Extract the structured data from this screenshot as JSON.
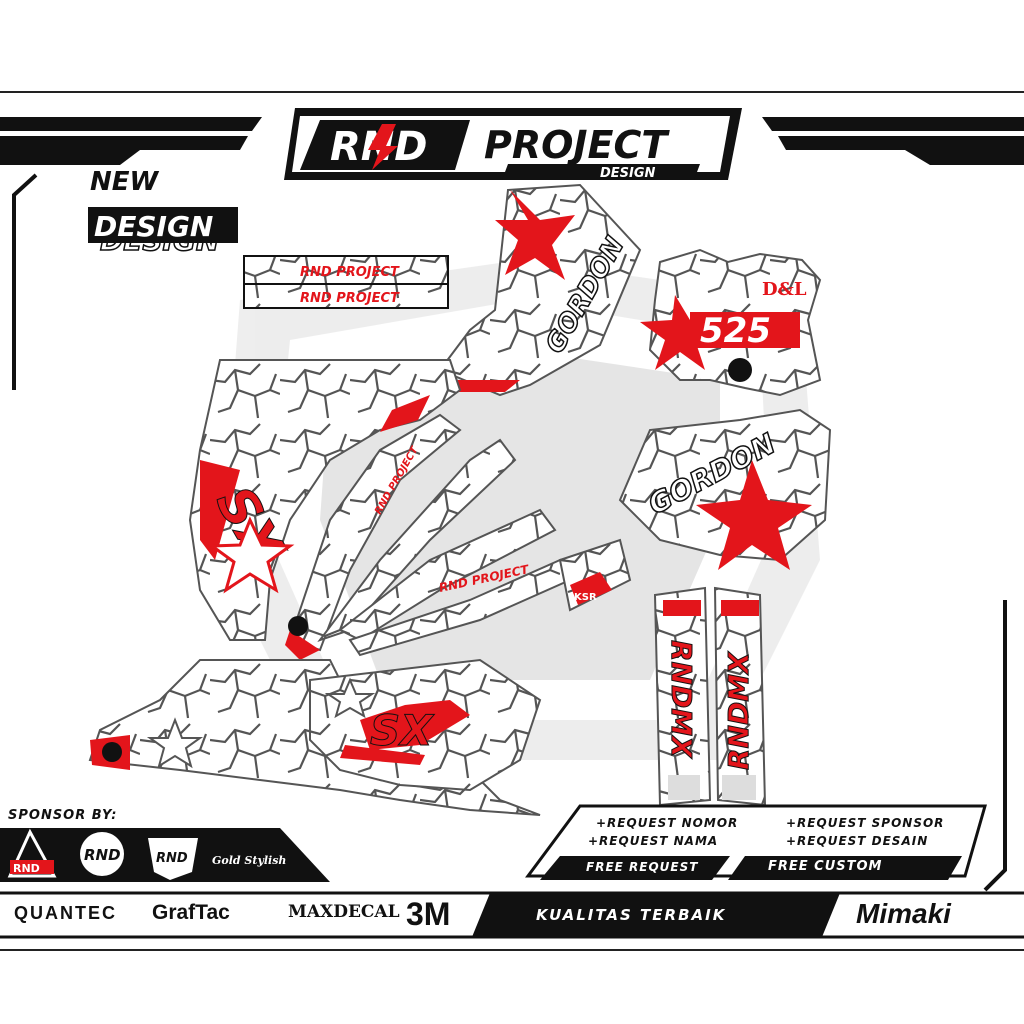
{
  "header": {
    "logo": "RND",
    "logo_main": "PROJECT",
    "logo_sub": "DESIGN"
  },
  "badge": {
    "line1": "NEW",
    "line2": "DESIGN"
  },
  "decals": {
    "strip_text": "RND PROJECT",
    "name": "GORDON",
    "number": "525",
    "plate_mark": "D&L",
    "fork_text": "RNDMX",
    "tag": "KSR",
    "emblem": "SX"
  },
  "sponsors": {
    "title": "SPONSOR BY:",
    "logos": [
      "RND",
      "RND",
      "RND",
      "Gold Stylish"
    ]
  },
  "requests": {
    "items": [
      "+REQUEST NOMOR",
      "+REQUEST SPONSOR",
      "+REQUEST NAMA",
      "+REQUEST DESAIN"
    ],
    "free_request": "FREE REQUEST",
    "free_custom": "FREE CUSTOM"
  },
  "footer": {
    "brands": [
      "QUANTEC",
      "GrafTac",
      "MAXDECAL",
      "3M"
    ],
    "quality": "KUALITAS TERBAIK",
    "mimaki": "Mimaki"
  },
  "colors": {
    "accent": "#e3151b",
    "dark": "#111111",
    "crack": "#555555"
  }
}
